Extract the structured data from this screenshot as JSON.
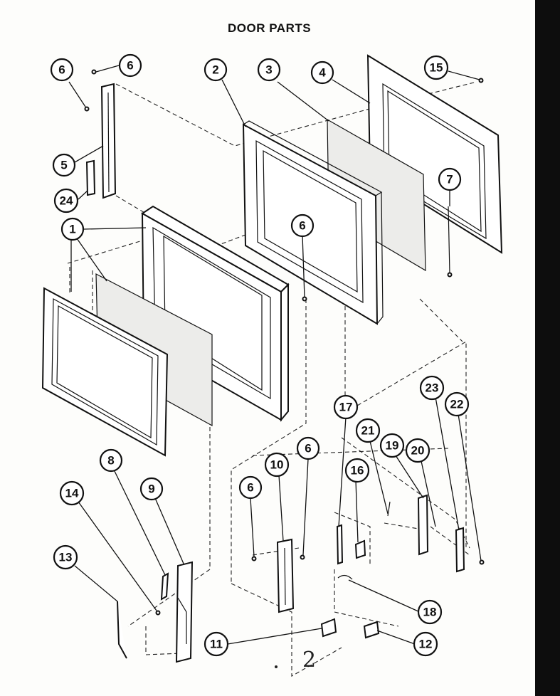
{
  "title": "DOOR PARTS",
  "handwritten_note": "2",
  "callouts": [
    {
      "id": "c6a",
      "label": "6"
    },
    {
      "id": "c6b",
      "label": "6"
    },
    {
      "id": "c2",
      "label": "2"
    },
    {
      "id": "c3",
      "label": "3"
    },
    {
      "id": "c4",
      "label": "4"
    },
    {
      "id": "c15",
      "label": "15"
    },
    {
      "id": "c5",
      "label": "5"
    },
    {
      "id": "c24",
      "label": "24"
    },
    {
      "id": "c7",
      "label": "7"
    },
    {
      "id": "c1",
      "label": "1"
    },
    {
      "id": "c6c",
      "label": "6"
    },
    {
      "id": "c17",
      "label": "17"
    },
    {
      "id": "c23",
      "label": "23"
    },
    {
      "id": "c22",
      "label": "22"
    },
    {
      "id": "c21",
      "label": "21"
    },
    {
      "id": "c19",
      "label": "19"
    },
    {
      "id": "c20",
      "label": "20"
    },
    {
      "id": "c8",
      "label": "8"
    },
    {
      "id": "c9",
      "label": "9"
    },
    {
      "id": "c10",
      "label": "10"
    },
    {
      "id": "c6d",
      "label": "6"
    },
    {
      "id": "c6e",
      "label": "6"
    },
    {
      "id": "c16",
      "label": "16"
    },
    {
      "id": "c14",
      "label": "14"
    },
    {
      "id": "c13",
      "label": "13"
    },
    {
      "id": "c18",
      "label": "18"
    },
    {
      "id": "c11",
      "label": "11"
    },
    {
      "id": "c12",
      "label": "12"
    }
  ]
}
